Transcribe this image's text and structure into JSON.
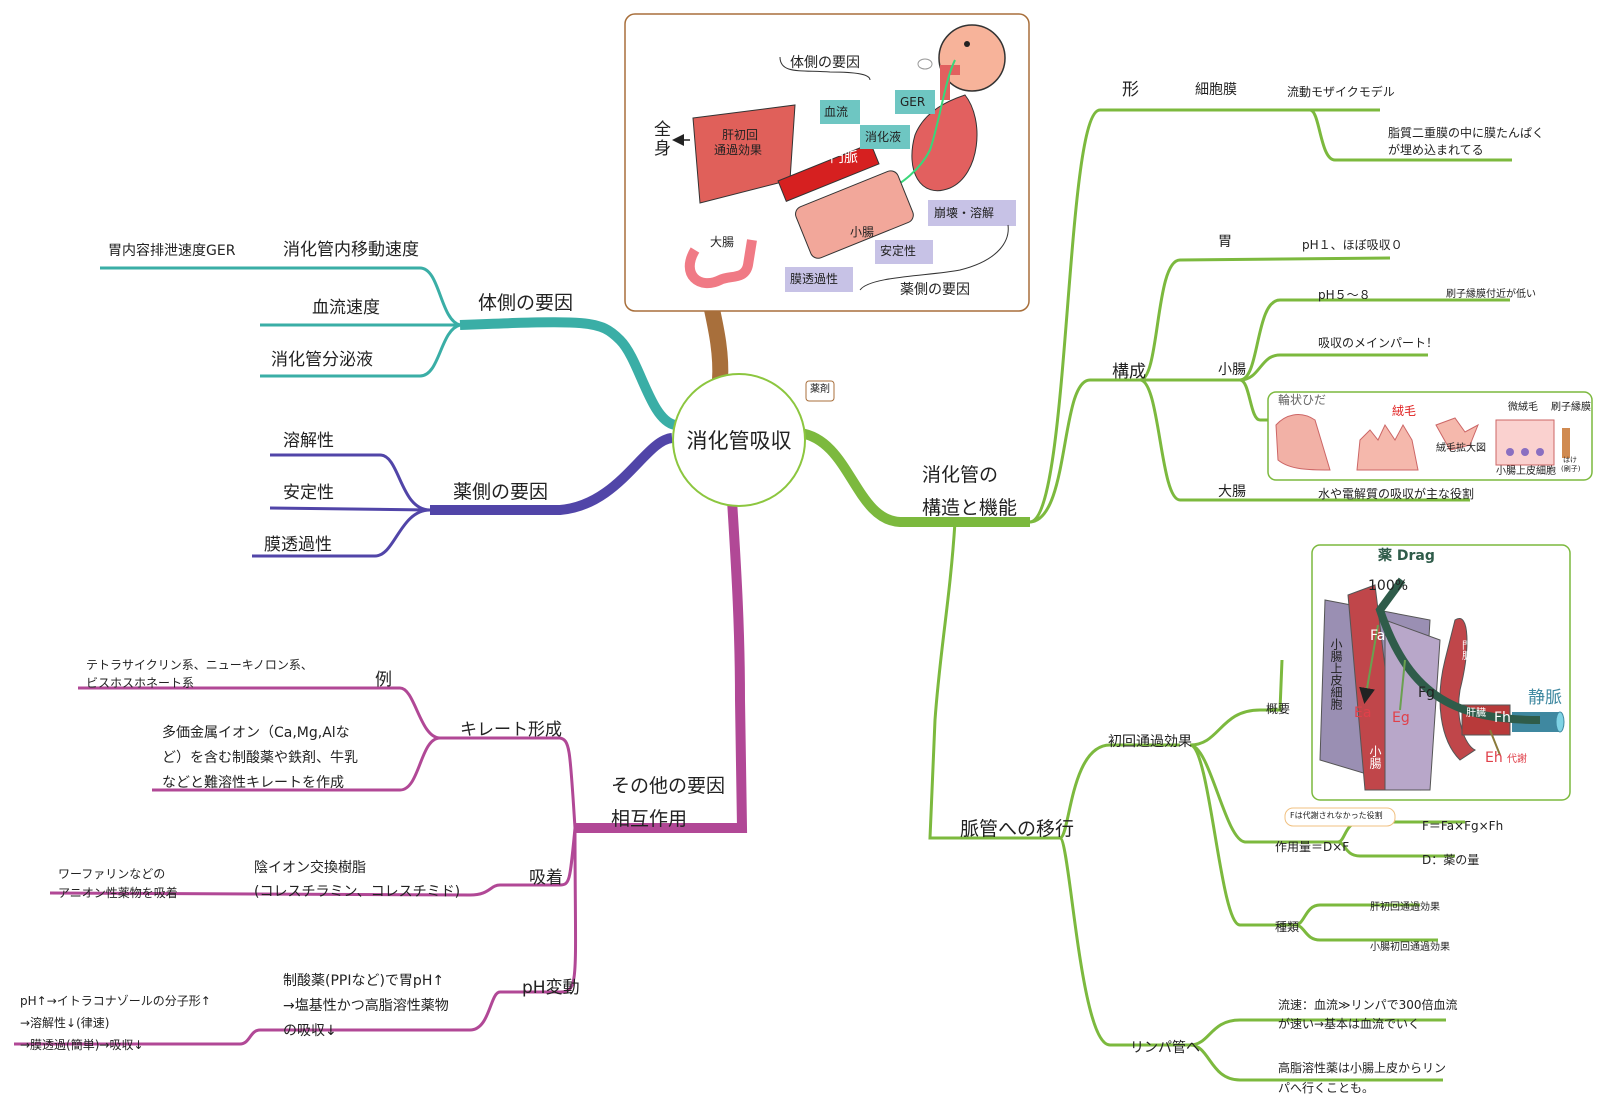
{
  "center": {
    "title": "消化管吸収",
    "note": "薬剤"
  },
  "colors": {
    "teal": "#3aaea6",
    "purple": "#5145a8",
    "magenta": "#b14896",
    "green": "#7cb93e",
    "brown": "#a86f3b"
  },
  "left_top": {
    "branch": "体側の要因",
    "items": [
      "消化管内移動速度",
      "血流速度",
      "消化管分泌液"
    ],
    "sub": "胃内容排泄速度GER"
  },
  "left_mid": {
    "branch": "薬側の要因",
    "items": [
      "溶解性",
      "安定性",
      "膜透過性"
    ]
  },
  "left_bottom": {
    "branch_line1": "その他の要因",
    "branch_line2": "相互作用",
    "chelate": {
      "label": "キレート形成",
      "ex_label": "例",
      "ex_text_1": "テトラサイクリン系、ニューキノロン系、",
      "ex_text_2": "ビスホスホネート系",
      "desc_1": "多価金属イオン（Ca,Mg,Alな",
      "desc_2": "ど）を含む制酸薬や鉄剤、牛乳",
      "desc_3": "などと難溶性キレートを作成"
    },
    "adsorb": {
      "label": "吸着",
      "res_1": "陰イオン交換樹脂",
      "res_2": "(コレスチラミン、コレスチミド)",
      "note_1": "ワーファリンなどの",
      "note_2": "アニオン性薬物を吸着"
    },
    "ph": {
      "label": "pH変動",
      "desc_1": "制酸薬(PPIなど)で胃pH↑",
      "desc_2": "→塩基性かつ高脂溶性薬物",
      "desc_3": "の吸収↓",
      "note_1": "pH↑→イトラコナゾールの分子形↑",
      "note_2": "→溶解性↓(律速)",
      "note_3": "→膜透過(簡単)→吸収↓"
    }
  },
  "top_image": {
    "label_body": "体側の要因",
    "label_drug": "薬側の要因",
    "whole_1": "全",
    "whole_2": "身",
    "liver_1": "肝初回",
    "liver_2": "通過効果",
    "blood": "血流",
    "juice": "消化液",
    "ger": "GER",
    "portal": "門脈",
    "collapse": "崩壊・溶解",
    "large_int": "大腸",
    "small_int": "小腸",
    "stability": "安定性",
    "permeability": "膜透過性"
  },
  "right": {
    "branch_1": "消化管の",
    "branch_2": "構造と機能",
    "shape": "形",
    "membrane": "細胞膜",
    "mosaic": "流動モザイクモデル",
    "mosaic_1": "脂質二重膜の中に膜たんぱく",
    "mosaic_2": "が埋め込まれてる",
    "structure": "構成",
    "stomach": "胃",
    "stomach_d": "pH１、ほぼ吸収０",
    "small": "小腸",
    "small_ph": "pH５〜８",
    "small_ph_note": "刷子縁膜付近が低い",
    "small_main": "吸収のメインパート！",
    "large": "大腸",
    "large_d": "水や電解質の吸収が主な役割",
    "vil_fold": "輪状ひだ",
    "vil_villi": "絨毛",
    "vil_expand": "絨毛拡大図",
    "vil_micro": "微絨毛",
    "vil_brush": "刷子縁膜",
    "vil_cell": "小腸上皮細胞",
    "vil_tool_1": "はけ",
    "vil_tool_2": "(刷子)",
    "vessel": "脈管への移行",
    "first_pass": "初回通過効果",
    "overview": "概要",
    "f_note": "Fは代謝されなかった役割",
    "formula_1": "F＝Fa×Fg×Fh",
    "formula_2": "作用量＝D×F",
    "formula_3": "D：薬の量",
    "kinds": "種類",
    "kind_1": "肝初回通過効果",
    "kind_2": "小腸初回通過効果",
    "lymph": "リンパ管へ",
    "lymph_1a": "流速：血流≫リンパで300倍血流",
    "lymph_1b": "が速い→基本は血流でいく",
    "lymph_2a": "高脂溶性薬は小腸上皮からリン",
    "lymph_2b": "パへ行くことも。",
    "fp_drug": "薬 Drag",
    "fp_100": "100%",
    "fp_cell": "小腸上皮細胞",
    "fp_intest": "小腸",
    "fp_fa": "Fa",
    "fp_fg": "Fg",
    "fp_fh": "Fh",
    "fp_ea": "Ea",
    "fp_eg": "Eg",
    "fp_eh": "Eh",
    "fp_met": "代謝",
    "fp_liver": "肝臓",
    "fp_portal": "門脈",
    "fp_vein": "静脈"
  }
}
